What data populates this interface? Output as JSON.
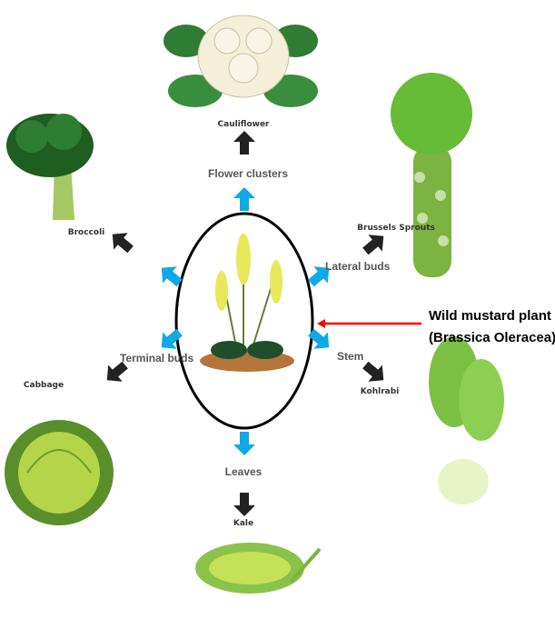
{
  "title_label": {
    "line1": "Wild mustard plant",
    "line2": "(Brassica Oleracea)"
  },
  "parts": {
    "flower_clusters": "Flower clusters",
    "lateral_buds": "Lateral buds",
    "terminal_buds": "Terminal buds",
    "stem": "Stem",
    "leaves": "Leaves"
  },
  "vegetables": {
    "cauliflower": "Cauliflower",
    "broccoli": "Broccoli",
    "brussels_sprouts": "Brussels Sprouts",
    "cabbage": "Cabbage",
    "kohlrabi": "Kohlrabi",
    "kale": "Kale"
  },
  "colors": {
    "blue_arrow": "#0fa8e8",
    "black_arrow": "#222222",
    "pointer": "#ff0000"
  }
}
